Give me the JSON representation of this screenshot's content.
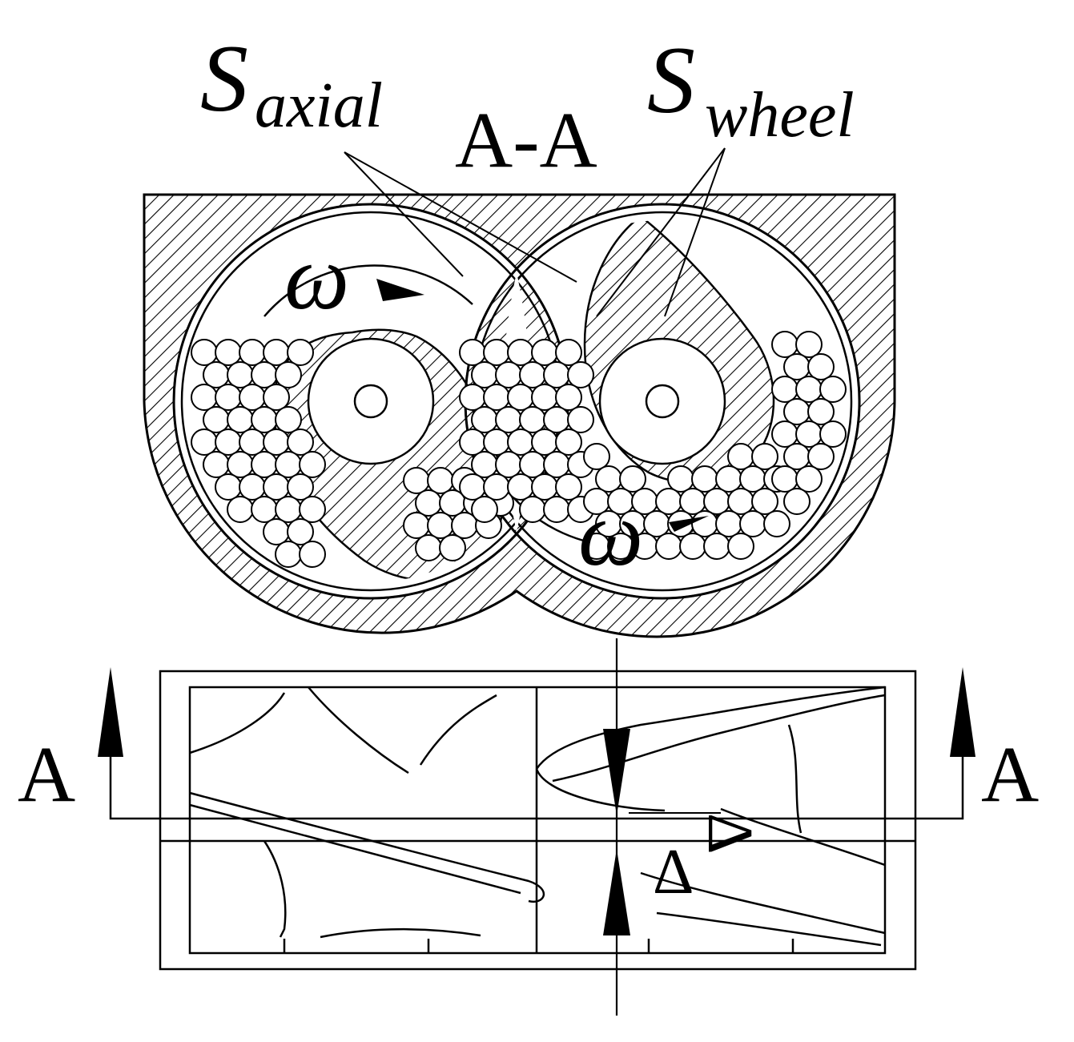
{
  "labels": {
    "s_axial_main": "S",
    "s_axial_sub": "axial",
    "section_title": "A-A",
    "s_wheel_main": "S",
    "s_wheel_sub": "wheel",
    "omega_top": "ω",
    "omega_bottom": "ω",
    "section_mark_left": "A",
    "section_mark_right": "A",
    "delta_upper": "Δ",
    "delta_lower": "Δ"
  },
  "colors": {
    "line": "#000000",
    "background": "#ffffff"
  }
}
